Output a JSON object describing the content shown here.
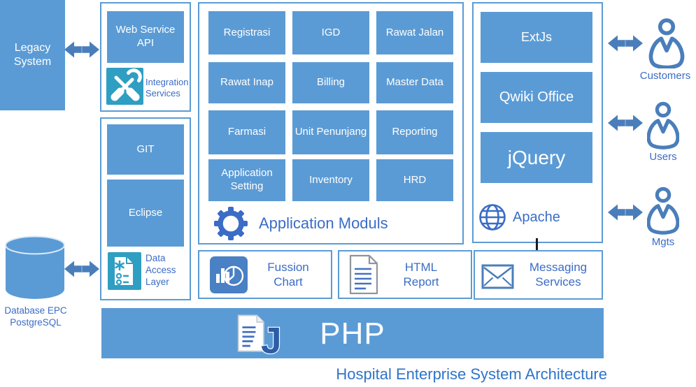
{
  "diagram_title": "Hospital Enterprise System Architecture",
  "colors": {
    "primary_blue": "#5b9bd5",
    "arrow_blue": "#4a7ebb",
    "label_blue": "#3b6cc6",
    "teal_icon": "#2f9ec3",
    "php_j_blue": "#2d5da6"
  },
  "legacy_system": {
    "label": "Legacy System"
  },
  "database": {
    "line1": "Database EPC",
    "line2": "PostgreSQL"
  },
  "integration": {
    "web_service_api": "Web Service API",
    "services_label": "Integration Services"
  },
  "dev_tools": {
    "git": "GIT",
    "eclipse": "Eclipse",
    "data_access_layer": "Data Access Layer"
  },
  "modules": {
    "caption": "Application Moduls",
    "items": [
      "Registrasi",
      "IGD",
      "Rawat Jalan",
      "Rawat Inap",
      "Billing",
      "Master Data",
      "Farmasi",
      "Unit Penunjang",
      "Reporting",
      "Application Setting",
      "Inventory",
      "HRD"
    ]
  },
  "frontend": {
    "extjs": "ExtJs",
    "qwiki": "Qwiki Office",
    "jquery": "jQuery",
    "apache": "Apache"
  },
  "services": {
    "fussion_chart": "Fussion Chart",
    "html_report": "HTML Report",
    "messaging": "Messaging Services"
  },
  "php": {
    "label": "PHP"
  },
  "actors": {
    "customers": "Customers",
    "users": "Users",
    "mgts": "Mgts"
  }
}
